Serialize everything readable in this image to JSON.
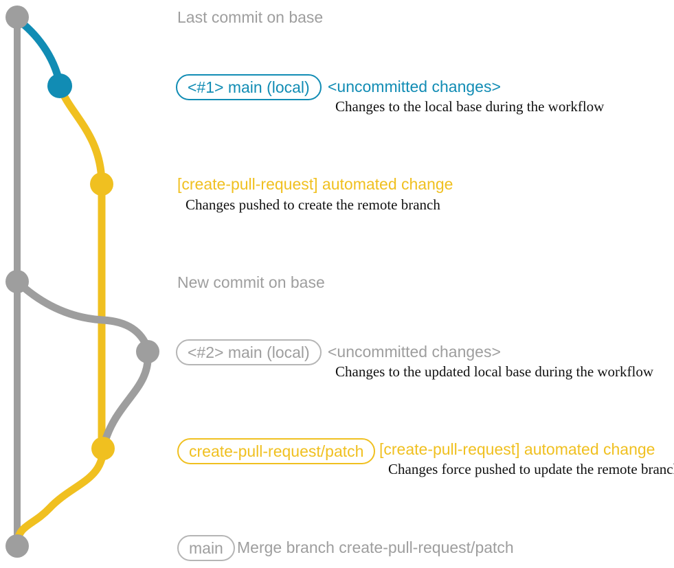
{
  "colors": {
    "base_gray": "#9e9e9e",
    "branch_blue": "#118cb4",
    "branch_yellow": "#f0c020",
    "description_text": "#111111"
  },
  "rows": {
    "row1": {
      "title": "Last commit on base"
    },
    "row2": {
      "badge": "<#1> main (local)",
      "title": "<uncommitted changes>",
      "desc": "Changes to the local base during the workflow"
    },
    "row3": {
      "title": "[create-pull-request] automated change",
      "desc": "Changes pushed to create the remote branch"
    },
    "row4": {
      "title": "New commit on base"
    },
    "row5": {
      "badge": "<#2> main (local)",
      "title": "<uncommitted changes>",
      "desc": "Changes to the updated local base during the workflow"
    },
    "row6": {
      "badge": "create-pull-request/patch",
      "title": "[create-pull-request] automated change",
      "desc": "Changes force pushed to update the remote branch"
    },
    "row7": {
      "badge": "main",
      "title": "Merge branch create-pull-request/patch"
    }
  },
  "graph": {
    "commits": [
      {
        "id": "base-last-commit",
        "branch": "base",
        "color": "#9e9e9e"
      },
      {
        "id": "main-local-1",
        "branch": "main-local",
        "color": "#118cb4"
      },
      {
        "id": "remote-branch-commit-1",
        "branch": "create-pull-request/patch",
        "color": "#f0c020"
      },
      {
        "id": "base-new-commit",
        "branch": "base",
        "color": "#9e9e9e"
      },
      {
        "id": "main-local-2",
        "branch": "main-local",
        "color": "#9e9e9e"
      },
      {
        "id": "remote-branch-commit-2",
        "branch": "create-pull-request/patch",
        "color": "#f0c020"
      },
      {
        "id": "merge-commit",
        "branch": "base",
        "color": "#9e9e9e"
      }
    ]
  }
}
